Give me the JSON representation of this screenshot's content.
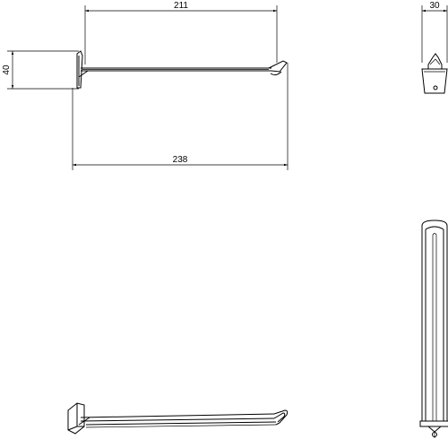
{
  "dimensions": {
    "top_length": "211",
    "height": "40",
    "total_length": "238",
    "width": "30"
  }
}
